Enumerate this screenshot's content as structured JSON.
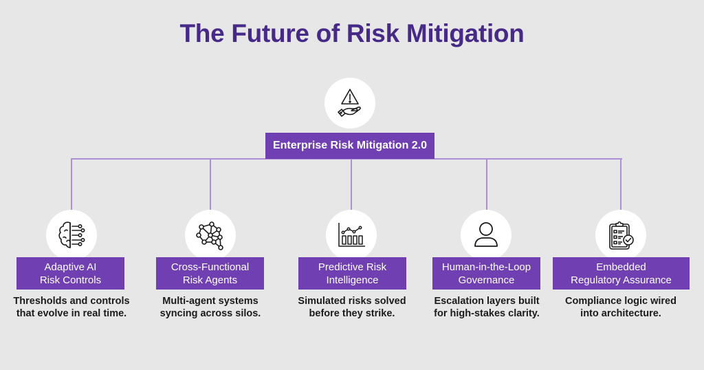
{
  "title": "The Future of Risk Mitigation",
  "root": {
    "label": "Enterprise Risk Mitigation 2.0",
    "icon": "warning-hand-icon"
  },
  "colors": {
    "background": "#e7e7e7",
    "title": "#472a87",
    "box": "#7040b3",
    "connector": "#ad8fd6",
    "box_text": "#ffffff",
    "description_text": "#1b1b1b"
  },
  "nodes": [
    {
      "icon": "ai-brain-circuit-icon",
      "label_line1": "Adaptive AI",
      "label_line2": "Risk Controls",
      "desc_line1": "Thresholds and controls",
      "desc_line2": "that evolve in real time."
    },
    {
      "icon": "network-nodes-icon",
      "label_line1": "Cross-Functional",
      "label_line2": "Risk Agents",
      "desc_line1": "Multi-agent systems",
      "desc_line2": "syncing across silos."
    },
    {
      "icon": "bar-line-chart-icon",
      "label_line1": "Predictive Risk",
      "label_line2": "Intelligence",
      "desc_line1": "Simulated risks solved",
      "desc_line2": "before they strike."
    },
    {
      "icon": "person-icon",
      "label_line1": "Human-in-the-Loop",
      "label_line2": "Governance",
      "desc_line1": "Escalation layers built",
      "desc_line2": "for high-stakes clarity."
    },
    {
      "icon": "clipboard-check-icon",
      "label_line1": "Embedded",
      "label_line2": "Regulatory Assurance",
      "desc_line1": "Compliance logic wired",
      "desc_line2": "into architecture."
    }
  ]
}
